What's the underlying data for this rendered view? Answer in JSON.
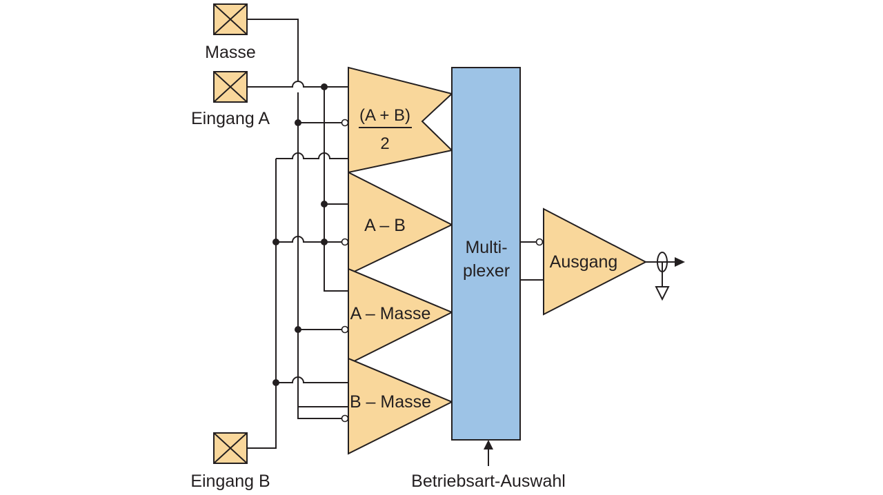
{
  "inputs": {
    "masse": "Masse",
    "eingang_a": "Eingang A",
    "eingang_b": "Eingang B"
  },
  "amplifiers": {
    "sum_numerator": "(A + B)",
    "sum_denominator": "2",
    "a_minus_b": "A – B",
    "a_minus_masse": "A – Masse",
    "b_minus_masse": "B – Masse",
    "output": "Ausgang"
  },
  "multiplexer": {
    "line1": "Multi-",
    "line2": "plexer"
  },
  "mode_select": "Betriebsart-Auswahl",
  "colors": {
    "amplifier_fill": "#f9d79b",
    "multiplexer_fill": "#9dc3e6",
    "line": "#231f20"
  }
}
